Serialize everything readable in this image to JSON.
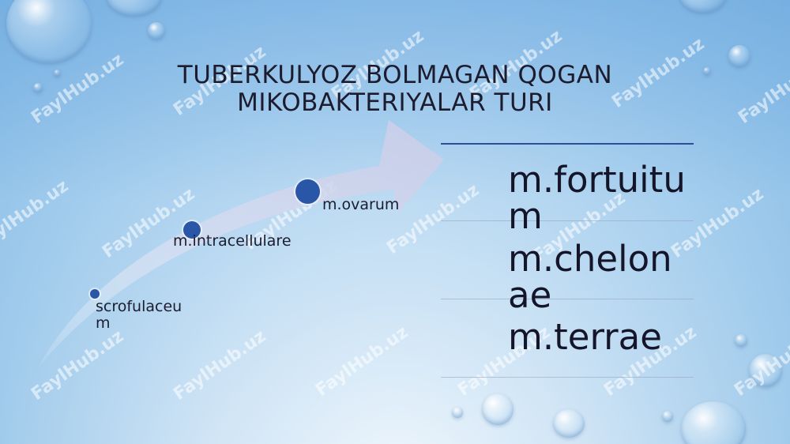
{
  "title": {
    "line1": "TUBERKULYOZ BOLMAGAN QOGAN",
    "line2": "MIKOBAKTERIYALAR TURI"
  },
  "process": [
    {
      "label": "scrofulaceum"
    },
    {
      "label": "m.intracellulare"
    },
    {
      "label": "m.ovarum"
    }
  ],
  "list_items": [
    "m.fortuitum",
    "m.chelonae",
    "m.terrae"
  ],
  "watermark": "FaylHub.uz",
  "colors": {
    "accent": "#2a56a8",
    "rule": "#2d4f9b",
    "text": "#1c1c2e"
  }
}
